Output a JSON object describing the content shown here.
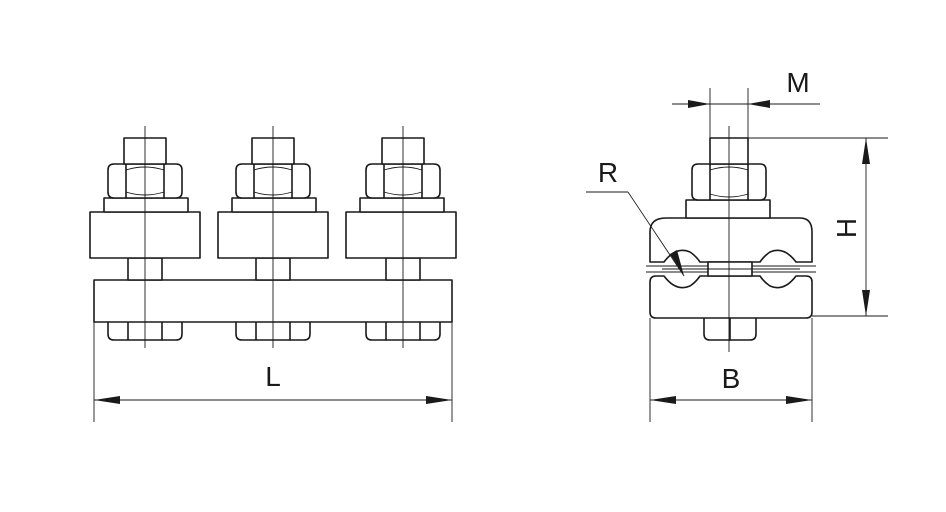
{
  "labels": {
    "length": "L",
    "width": "B",
    "height": "H",
    "bolt": "M",
    "radius": "R"
  },
  "colors": {
    "line": "#1a1a1a",
    "background": "#ffffff"
  }
}
